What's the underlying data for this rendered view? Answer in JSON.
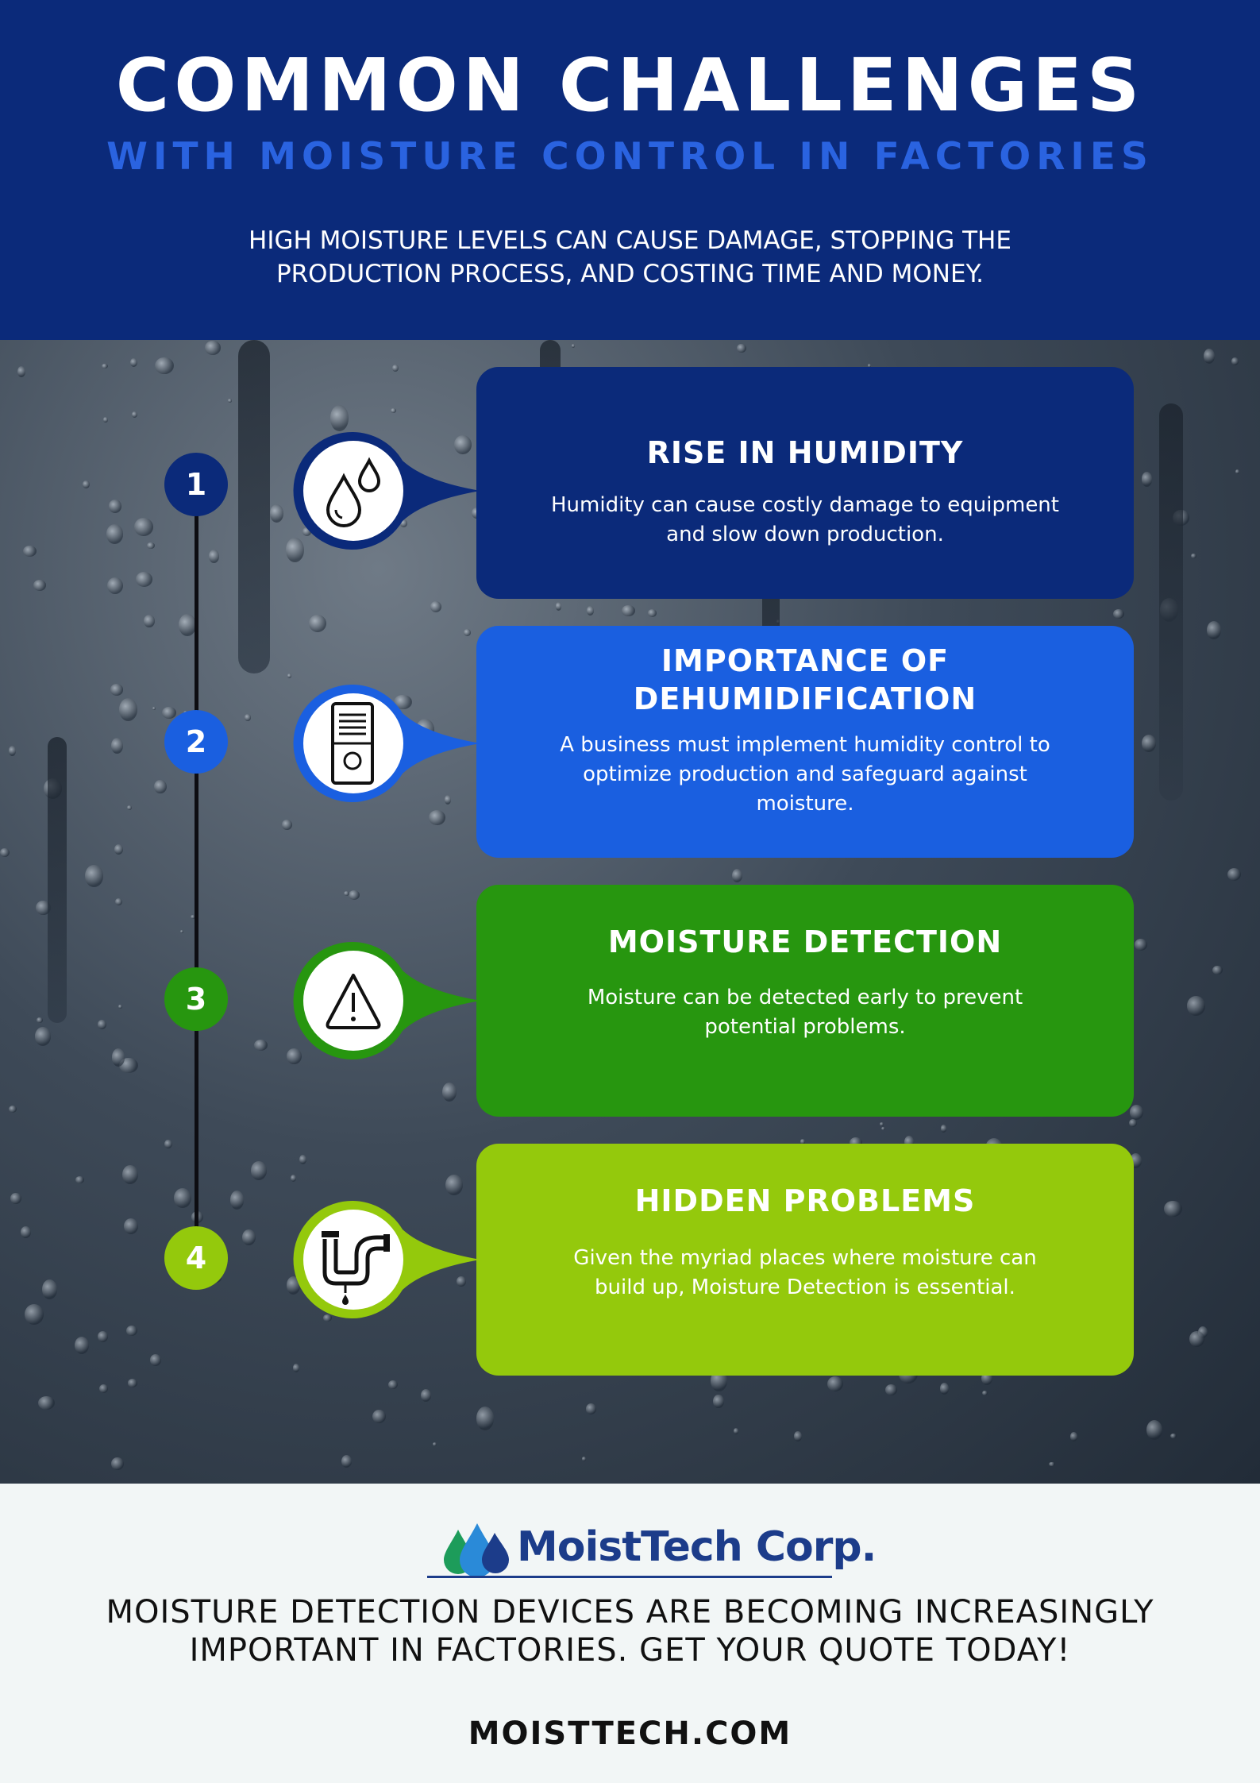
{
  "header": {
    "title": "COMMON CHALLENGES",
    "subtitle": "WITH MOISTURE CONTROL IN FACTORIES",
    "intro": "HIGH MOISTURE LEVELS CAN CAUSE DAMAGE, STOPPING THE PRODUCTION PROCESS, AND COSTING TIME AND MONEY."
  },
  "steps": [
    {
      "number": "1",
      "title": "RISE IN HUMIDITY",
      "text": "Humidity can cause costly damage to equipment and slow down production.",
      "icon": "water-drops-icon",
      "color": "#0b2a7a"
    },
    {
      "number": "2",
      "title": "IMPORTANCE OF DEHUMIDIFICATION",
      "text": "A business must implement humidity control to optimize production and safeguard against moisture.",
      "icon": "dehumidifier-icon",
      "color": "#1a5fe0"
    },
    {
      "number": "3",
      "title": "MOISTURE DETECTION",
      "text": "Moisture can be detected early to prevent potential problems.",
      "icon": "warning-icon",
      "color": "#27960f"
    },
    {
      "number": "4",
      "title": "HIDDEN PROBLEMS",
      "text": "Given the myriad places where moisture can build up, Moisture Detection is essential.",
      "icon": "leaking-pipe-icon",
      "color": "#94c90c"
    }
  ],
  "footer": {
    "logo_text": "MoistTech Corp.",
    "cta": "MOISTURE DETECTION DEVICES ARE BECOMING INCREASINGLY IMPORTANT IN FACTORIES. GET YOUR QUOTE TODAY!",
    "website": "MOISTTECH.COM"
  }
}
